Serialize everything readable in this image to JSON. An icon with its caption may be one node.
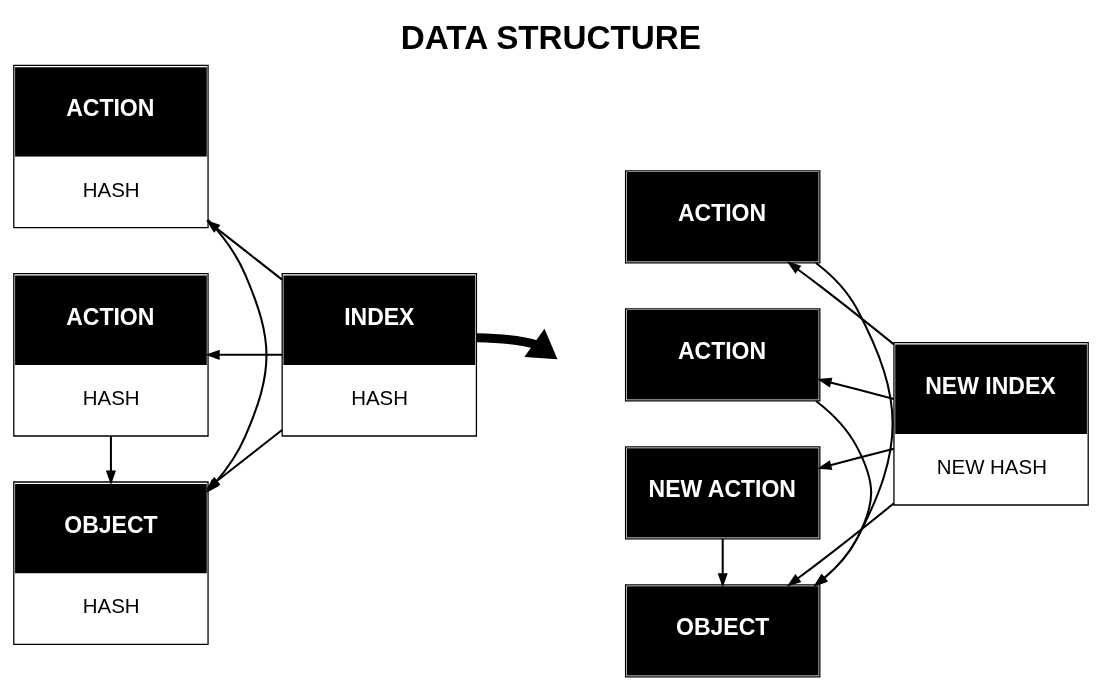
{
  "diagram": {
    "title": "DATA STRUCTURE",
    "nodes": [
      {
        "text": [
          "OBJECT",
          "HASH"
        ]
      },
      {
        "text": [
          "ACTION",
          "HASH"
        ]
      },
      {
        "text": [
          "ACTION",
          "HASH"
        ]
      },
      {
        "text": [
          "INDEX",
          "HASH"
        ]
      },
      {
        "text": [
          "OBJECT"
        ]
      },
      {
        "text": [
          "ACTION"
        ]
      },
      {
        "text": [
          "ACTION"
        ]
      },
      {
        "text": [
          "NEW ACTION"
        ]
      },
      {
        "text": [
          "NEW INDEX",
          "NEW HASH"
        ]
      }
    ],
    "edges": [
      {
        "from": 3,
        "to": 0,
        "arrow": "to"
      },
      {
        "from": 3,
        "to": 1,
        "arrow": "to"
      },
      {
        "from": 3,
        "to": 2,
        "arrow": "to"
      },
      {
        "from": 1,
        "to": 0,
        "arrow": "to"
      },
      {
        "from": 2,
        "to": 0,
        "arrow": "to"
      },
      {
        "from": 3,
        "to": null,
        "arrow": "to",
        "style": "thick"
      },
      {
        "from": 8,
        "to": 4,
        "arrow": "to"
      },
      {
        "from": 8,
        "to": 5,
        "arrow": "to"
      },
      {
        "from": 8,
        "to": 6,
        "arrow": "to"
      },
      {
        "from": 8,
        "to": 7,
        "arrow": "to"
      },
      {
        "from": 5,
        "to": 4,
        "arrow": "to"
      },
      {
        "from": 6,
        "to": 4,
        "arrow": "to"
      },
      {
        "from": 7,
        "to": 4,
        "arrow": "to"
      }
    ]
  }
}
